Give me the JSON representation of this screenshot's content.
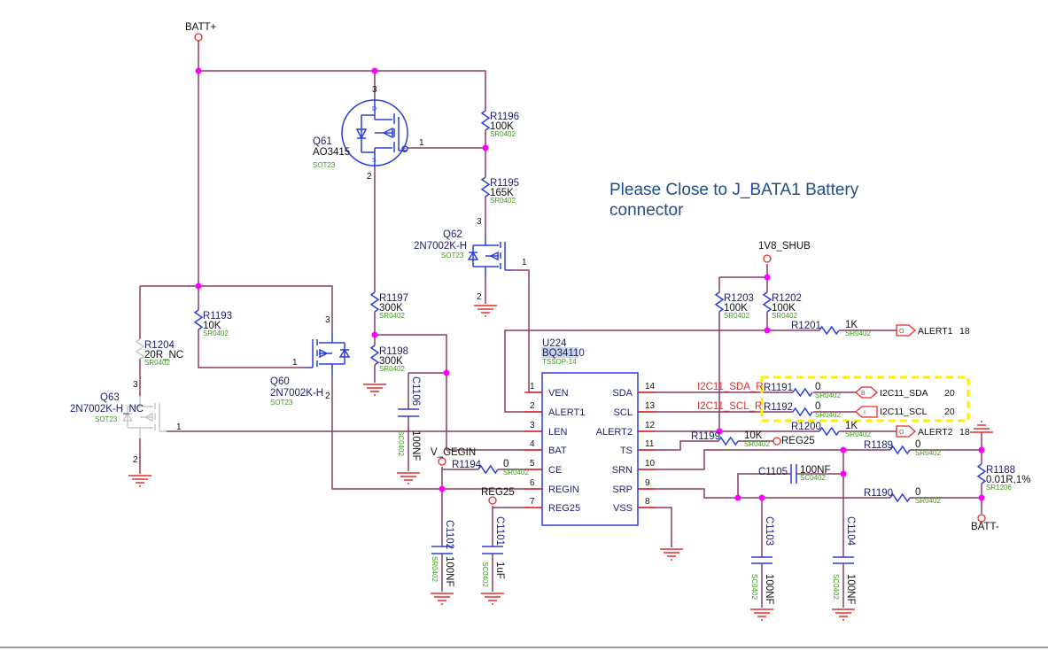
{
  "title_note": {
    "line1": "Please Close to J_BATA1 Battery",
    "line2": "connector"
  },
  "power_nets": {
    "batt_plus": "BATT+",
    "v1v8_shub": "1V8_SHUB",
    "batt_minus": "BATT-",
    "v_gegin": "V_GEGIN",
    "reg25_left": "REG25",
    "reg25_right": "REG25"
  },
  "ic": {
    "ref": "U224",
    "part": "BQ34110",
    "package": "TSSOP-14",
    "left_pins": [
      {
        "num": "1",
        "name": "VEN"
      },
      {
        "num": "2",
        "name": "ALERT1"
      },
      {
        "num": "3",
        "name": "LEN"
      },
      {
        "num": "4",
        "name": "BAT"
      },
      {
        "num": "5",
        "name": "CE"
      },
      {
        "num": "6",
        "name": "REGIN"
      },
      {
        "num": "7",
        "name": "REG25"
      }
    ],
    "right_pins": [
      {
        "num": "14",
        "name": "SDA"
      },
      {
        "num": "13",
        "name": "SCL"
      },
      {
        "num": "12",
        "name": "ALERT2"
      },
      {
        "num": "11",
        "name": "TS"
      },
      {
        "num": "10",
        "name": "SRN"
      },
      {
        "num": "9",
        "name": "SRP"
      },
      {
        "num": "8",
        "name": "VSS"
      }
    ]
  },
  "transistors": {
    "q61": {
      "ref": "Q61",
      "part": "AO3415",
      "package": "SOT23",
      "pin_d": "3",
      "pin_s": "2",
      "pin_g": "1"
    },
    "q62": {
      "ref": "Q62",
      "part": "2N7002K-H",
      "package": "SOT23",
      "pin_d": "3",
      "pin_s": "2",
      "pin_g": "1"
    },
    "q60": {
      "ref": "Q60",
      "part": "2N7002K-H",
      "package": "SOT23",
      "pin_d": "3",
      "pin_s": "2",
      "pin_g": "1"
    },
    "q63": {
      "ref": "Q63",
      "part": "2N7002K-H_NC",
      "package": "SOT23",
      "pin_d": "3",
      "pin_s": "2",
      "pin_g": "1"
    }
  },
  "pin_letters": {
    "d": "D",
    "s": "S",
    "g": "G"
  },
  "resistors": {
    "r1196": {
      "ref": "R1196",
      "value": "100K",
      "package": "SR0402"
    },
    "r1195": {
      "ref": "R1195",
      "value": "165K",
      "package": "SR0402"
    },
    "r1197": {
      "ref": "R1197",
      "value": "300K",
      "package": "SR0402"
    },
    "r1198": {
      "ref": "R1198",
      "value": "300K",
      "package": "SR0402"
    },
    "r1193": {
      "ref": "R1193",
      "value": "10K",
      "package": "SR0402"
    },
    "r1204": {
      "ref": "R1204",
      "value": "20R_NC",
      "package": "SR0402"
    },
    "r1203": {
      "ref": "R1203",
      "value": "100K",
      "package": "SR0402"
    },
    "r1202": {
      "ref": "R1202",
      "value": "100K",
      "package": "SR0402"
    },
    "r1201": {
      "ref": "R1201",
      "value": "1K",
      "package": "SR0402"
    },
    "r1191": {
      "ref": "R1191",
      "value": "0",
      "package": "SR0402"
    },
    "r1192": {
      "ref": "R1192",
      "value": "0",
      "package": "SR0402"
    },
    "r1200": {
      "ref": "R1200",
      "value": "1K",
      "package": "SR0402"
    },
    "r1199": {
      "ref": "R1199",
      "value": "10K",
      "package": "SR0402"
    },
    "r1189": {
      "ref": "R1189",
      "value": "0",
      "package": "SR0402"
    },
    "r1190": {
      "ref": "R1190",
      "value": "0",
      "package": "SR0402"
    },
    "r1188": {
      "ref": "R1188",
      "value": "0.01R,1%",
      "package": "SR1206"
    },
    "r1194": {
      "ref": "R1194",
      "value": "0",
      "package": "SR0402"
    }
  },
  "capacitors": {
    "c1106": {
      "ref": "C1106",
      "value": "100NF",
      "package": "SC0402"
    },
    "c1102": {
      "ref": "C1102",
      "value": "100NF",
      "package": "SR0402"
    },
    "c1101": {
      "ref": "C1101",
      "value": "1uF",
      "package": "SC0402"
    },
    "c1103": {
      "ref": "C1103",
      "value": "100NF",
      "package": "SC0402"
    },
    "c1104": {
      "ref": "C1104",
      "value": "100NF",
      "package": "SC0402"
    },
    "c1105": {
      "ref": "C1105",
      "value": "100NF",
      "package": "SC0402"
    }
  },
  "net_labels": {
    "sda_r": "I2C11_SDA_R",
    "scl_r": "I2C11_SCL_R"
  },
  "ports": {
    "alert1": {
      "name": "ALERT1",
      "page": "18",
      "type": "O"
    },
    "sda": {
      "name": "I2C11_SDA",
      "page": "20",
      "type": "B"
    },
    "scl": {
      "name": "I2C11_SCL",
      "page": "20",
      "type": "I"
    },
    "alert2": {
      "name": "ALERT2",
      "page": "18",
      "type": "O"
    }
  },
  "colors": {
    "wire": "#8a3b66",
    "junction": "#ff00ff",
    "symbol": "#2a3fd6",
    "pin_stub": "#e52b2b",
    "footprint_text": "#3a9a1a",
    "highlight_box": "#ffee00",
    "note": "#1f4d8f"
  }
}
